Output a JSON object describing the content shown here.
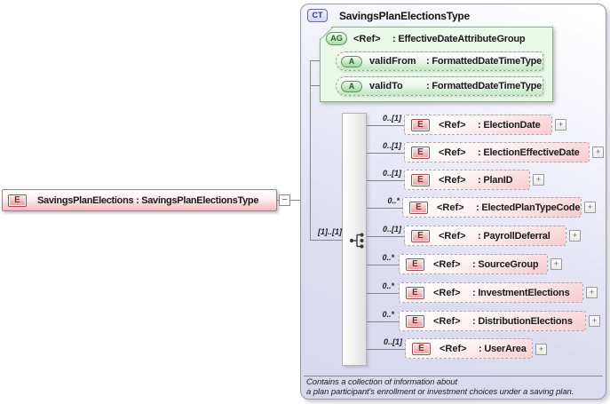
{
  "root_element": {
    "badge": "E",
    "label": "SavingsPlanElections : SavingsPlanElectionsType"
  },
  "connector": {
    "collapse_glyph": "−"
  },
  "ui": {
    "expand_glyph": "+"
  },
  "complex_type": {
    "badge": "CT",
    "title": "SavingsPlanElectionsType",
    "attribute_group": {
      "badge": "AG",
      "ref": "<Ref>",
      "type_label": ": EffectiveDateAttributeGroup",
      "attributes": [
        {
          "badge": "A",
          "name": "validFrom",
          "type_label": ": FormattedDateTimeType"
        },
        {
          "badge": "A",
          "name": "validTo",
          "type_label": ": FormattedDateTimeType"
        }
      ]
    },
    "sequence": {
      "cardinality": "[1]..[1]"
    },
    "elements": [
      {
        "badge": "E",
        "ref": "<Ref>",
        "type_label": ": ElectionDate",
        "cardinality": "0..[1]"
      },
      {
        "badge": "E",
        "ref": "<Ref>",
        "type_label": ": ElectionEffectiveDate",
        "cardinality": "0..[1]"
      },
      {
        "badge": "E",
        "ref": "<Ref>",
        "type_label": ": PlanID",
        "cardinality": "0..[1]"
      },
      {
        "badge": "E",
        "ref": "<Ref>",
        "type_label": ": ElectedPlanTypeCode",
        "cardinality": "0..*"
      },
      {
        "badge": "E",
        "ref": "<Ref>",
        "type_label": ": PayrollDeferral",
        "cardinality": "0..[1]"
      },
      {
        "badge": "E",
        "ref": "<Ref>",
        "type_label": ": SourceGroup",
        "cardinality": "0..*"
      },
      {
        "badge": "E",
        "ref": "<Ref>",
        "type_label": ": InvestmentElections",
        "cardinality": "0..*"
      },
      {
        "badge": "E",
        "ref": "<Ref>",
        "type_label": ": DistributionElections",
        "cardinality": "0..*"
      },
      {
        "badge": "E",
        "ref": "<Ref>",
        "type_label": ": UserArea",
        "cardinality": "0..[1]"
      }
    ],
    "annotation": {
      "line1": "Contains a collection of information about",
      "line2": "a plan participant's enrollment or investment choices under a saving plan."
    }
  },
  "colors": {
    "element_pink": "#f6ccd0",
    "element_badge_border": "#a34e4e",
    "attribute_green": "#bfe7bf",
    "group_green_bg": "#e9f8e9",
    "complex_type_lavender": "#d7d8ee",
    "connector_gray": "#858585"
  }
}
